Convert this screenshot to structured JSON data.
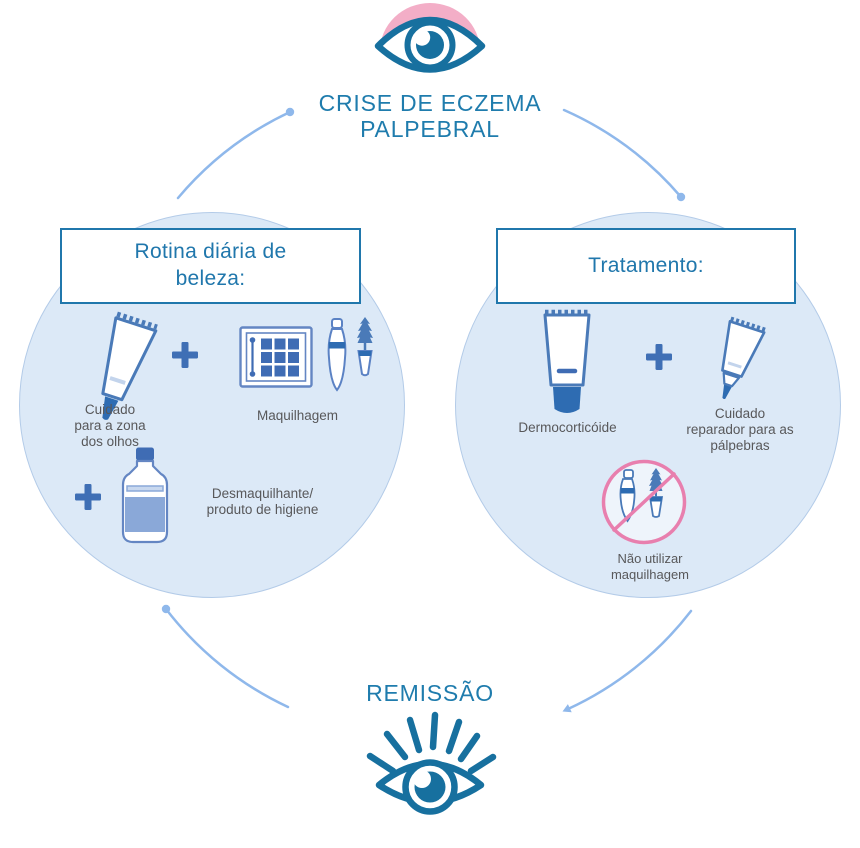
{
  "colors": {
    "title_blue": "#1f7cad",
    "header_border_blue": "#2077ac",
    "circle_fill": "#dce9f7",
    "circle_border": "#b3cbe8",
    "eye_blue": "#17709f",
    "eyelid_pink": "#f3aec7",
    "prohibition_pink": "#e87fae",
    "icon_outline_blue": "#6486c3",
    "tube_outline_blue": "#4a7ab8",
    "icon_solid_blue": "#2e6cb2",
    "plus_blue": "#3f6fb5",
    "liquid_blue": "#8aa8d8",
    "arrow_light_blue": "#8fb8eb",
    "label_gray": "#58585a"
  },
  "cycle": {
    "crisis_title_line1": "CRISE DE ECZEMA",
    "crisis_title_line2": "PALPEBRAL",
    "crisis_icon": "eye-open-pink-eyelid-icon",
    "remission_title": "REMISSÃO",
    "remission_icon": "eye-open-lashes-icon"
  },
  "symbols": {
    "plus": "+"
  },
  "left_circle": {
    "header_line1": "Rotina diária de",
    "header_line2": "beleza:",
    "items": [
      {
        "icon": "eye-cream-tube-icon",
        "label_lines": [
          "Cuidado",
          "para a zona",
          "dos olhos"
        ]
      },
      {
        "icon": "makeup-palette-mascara-icon",
        "label_lines": [
          "Maquilhagem"
        ]
      },
      {
        "icon": "cleanser-bottle-icon",
        "label_lines": [
          "Desmaquilhante/",
          "produto de higiene"
        ]
      }
    ]
  },
  "right_circle": {
    "header_line1": "Tratamento:",
    "items": [
      {
        "icon": "corticoid-cream-tube-icon",
        "label_lines": [
          "Dermocorticóide"
        ]
      },
      {
        "icon": "repair-cream-tube-icon",
        "label_lines": [
          "Cuidado",
          "reparador para as",
          "pálpebras"
        ]
      },
      {
        "icon": "no-makeup-prohibition-icon",
        "label_lines": [
          "Não utilizar",
          "maquilhagem"
        ]
      }
    ]
  }
}
